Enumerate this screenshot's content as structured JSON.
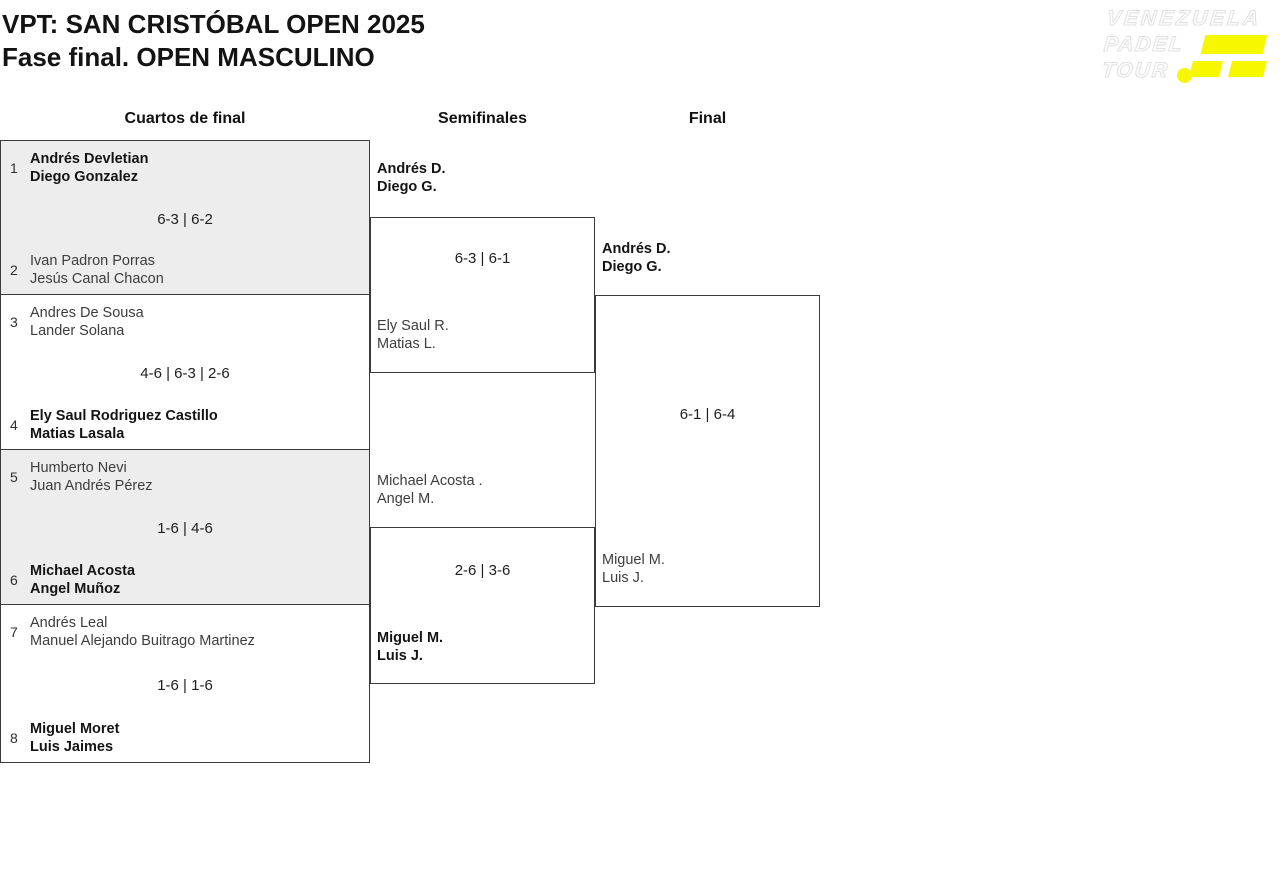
{
  "title": {
    "line1": "VPT: SAN CRISTÓBAL OPEN 2025",
    "line2": "Fase final. OPEN MASCULINO"
  },
  "logo": {
    "line1": "VENEZUELA",
    "line2": "PADEL",
    "line3": "TOUR",
    "accent_color": "#f7f700"
  },
  "round_headers": {
    "quarterfinals": "Cuartos de final",
    "semifinals": "Semifinales",
    "final": "Final"
  },
  "bracket": {
    "quarterfinals": [
      {
        "top_seed": "1",
        "top": [
          "Andrés Devletian",
          "Diego Gonzalez"
        ],
        "top_winner": true,
        "score": "6-3 | 6-2",
        "bottom_seed": "2",
        "bottom": [
          "Ivan Padron Porras",
          "Jesús Canal Chacon"
        ],
        "bottom_winner": false
      },
      {
        "top_seed": "3",
        "top": [
          "Andres De Sousa",
          "Lander Solana"
        ],
        "top_winner": false,
        "score": "4-6 | 6-3 | 2-6",
        "bottom_seed": "4",
        "bottom": [
          "Ely Saul Rodriguez Castillo",
          "Matias Lasala"
        ],
        "bottom_winner": true
      },
      {
        "top_seed": "5",
        "top": [
          "Humberto Nevi",
          "Juan Andrés Pérez"
        ],
        "top_winner": false,
        "score": "1-6 | 4-6",
        "bottom_seed": "6",
        "bottom": [
          "Michael Acosta",
          "Angel Muñoz"
        ],
        "bottom_winner": true
      },
      {
        "top_seed": "7",
        "top": [
          "Andrés Leal",
          "Manuel Alejando Buitrago Martinez"
        ],
        "top_winner": false,
        "score": "1-6 | 1-6",
        "bottom_seed": "8",
        "bottom": [
          "Miguel Moret",
          "Luis Jaimes"
        ],
        "bottom_winner": true
      }
    ],
    "semifinals": [
      {
        "top": [
          "Andrés D.",
          "Diego G."
        ],
        "top_winner": true,
        "score": "6-3 | 6-1",
        "bottom": [
          "Ely Saul R.",
          "Matias L."
        ],
        "bottom_winner": false
      },
      {
        "top": [
          "Michael Acosta .",
          "Angel M."
        ],
        "top_winner": false,
        "score": "2-6 | 3-6",
        "bottom": [
          "Miguel M.",
          "Luis J."
        ],
        "bottom_winner": true
      }
    ],
    "final": {
      "top": [
        "Andrés D.",
        "Diego G."
      ],
      "top_winner": true,
      "score": "6-1 | 6-4",
      "bottom": [
        "Miguel M.",
        "Luis J."
      ],
      "bottom_winner": false
    }
  }
}
